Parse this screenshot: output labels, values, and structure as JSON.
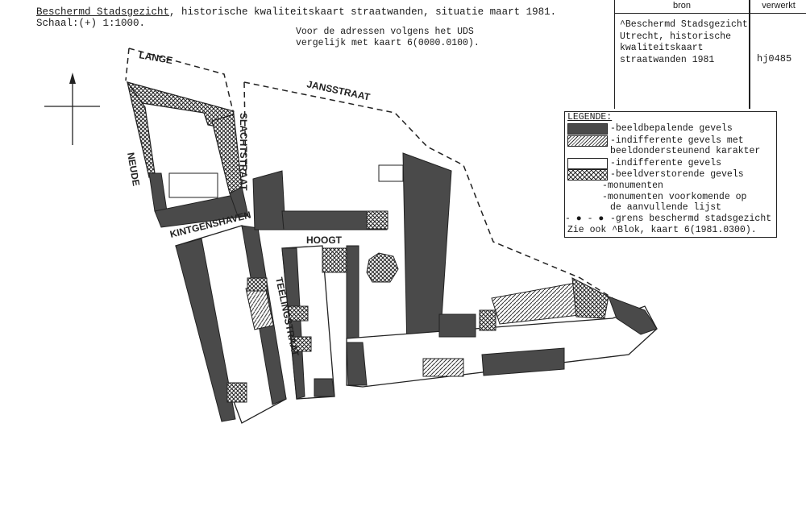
{
  "header": {
    "title_underlined": "Beschermd Stadsgezicht",
    "title_rest": ", historische kwaliteitskaart straatwanden, situatie maart 1981.",
    "scale_label": "Schaal:",
    "scale_symbol": "(+)",
    "scale_value": "1:1000.",
    "note_line1": "Voor de adressen volgens het UDS",
    "note_line2": "vergelijk met kaart 6(0000.0100)."
  },
  "source_table": {
    "col_bron": "bron",
    "col_verwerkt": "verwerkt",
    "bron_line1": "^Beschermd Stadsgezicht",
    "bron_line2": "Utrecht, historische",
    "bron_line3": "kwaliteitskaart",
    "bron_line4": "straatwanden 1981",
    "code": "hj0485"
  },
  "legend": {
    "title": "LEGENDE:",
    "item1": "-beeldbepalende gevels",
    "item2a": "-indifferente gevels met",
    "item2b": "beeldondersteunend karakter",
    "item3": "-indifferente gevels",
    "item4": "-beeldverstorende gevels",
    "item5": "-monumenten",
    "item6a": "-monumenten voorkomende op",
    "item6b": "de aanvullende lijst",
    "item7": "-grens beschermd stadsgezicht",
    "footer": "Zie ook ^Blok, kaart 6(1981.0300)."
  },
  "streets": {
    "lange": "LANGE",
    "jansstraat": "JANSSTRAAT",
    "slachtstraat": "SLACHTSTRAAT",
    "neude": "NEUDE",
    "kintgenshaven": "KINTGENSHAVEN",
    "hoogt": "HOOGT",
    "teelingstraat": "TEELINGSTRAAT"
  },
  "colors": {
    "beeldbepalend": "#4a4a4a",
    "line": "#222222",
    "paper": "#ffffff"
  },
  "icons": {
    "north": "north-arrow-icon"
  }
}
